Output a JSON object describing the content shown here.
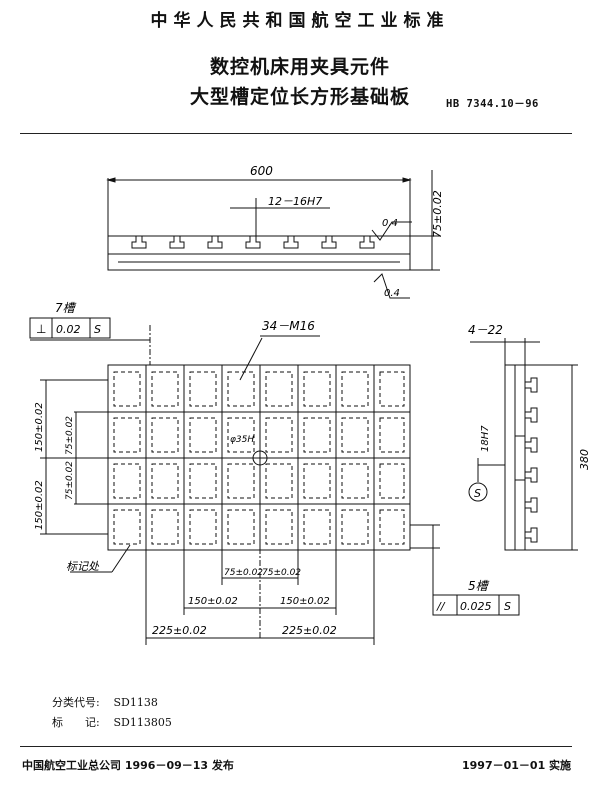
{
  "header": {
    "standard_name": "中华人民共和国航空工业标准",
    "title_line1": "数控机床用夹具元件",
    "title_line2": "大型槽定位长方形基础板",
    "standard_code": "HB 7344.10－96"
  },
  "drawing": {
    "overall_length": "600",
    "slot_count_fit": "12－16H7",
    "thickness": "75±0.02",
    "roughness_top": "0.4",
    "roughness_bottom": "0.4",
    "slot7_label": "7槽",
    "perp_tol_symbol": "⊥",
    "perp_tol_value": "0.02",
    "datum_s": "S",
    "thread_holes": "34－M16",
    "center_hole": "φ35H",
    "side_holes": "4－22",
    "side_fit": "18H7",
    "width": "380",
    "left_dim_150_a": "150±0.02",
    "left_dim_150_b": "150±0.02",
    "left_dim_75_a": "75±0.02",
    "left_dim_75_b": "75±0.02",
    "bot_75_a": "75±0.02",
    "bot_75_b": "75±0.02",
    "bot_150_a": "150±0.02",
    "bot_150_b": "150±0.02",
    "bot_225_a": "225±0.02",
    "bot_225_b": "225±0.02",
    "mark_label": "标记处",
    "slot5_label": "5槽",
    "par_tol_symbol": "//",
    "par_tol_value": "0.025"
  },
  "meta": {
    "class_code_label": "分类代号:",
    "class_code_value": "SD1138",
    "mark_label": "标　　记:",
    "mark_value": "SD113805"
  },
  "footer": {
    "issue": "中国航空工业总公司 1996－09－13 发布",
    "implement": "1997－01－01 实施"
  }
}
